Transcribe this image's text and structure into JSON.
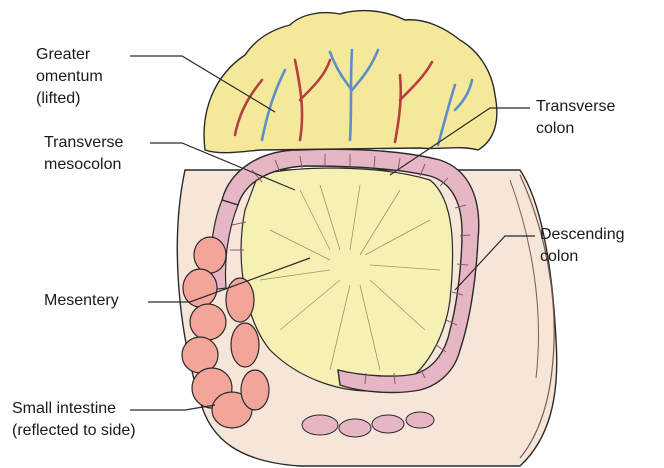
{
  "labels": {
    "greater_omentum": [
      "Greater",
      "omentum",
      "(lifted)"
    ],
    "transverse_mesocolon": [
      "Transverse",
      "mesocolon"
    ],
    "mesentery": [
      "Mesentery"
    ],
    "small_intestine": [
      "Small intestine",
      "(reflected to side)"
    ],
    "transverse_colon": [
      "Transverse",
      "colon"
    ],
    "descending_colon": [
      "Descending",
      "colon"
    ]
  },
  "colors": {
    "omentum_fat": "#f6e89a",
    "mesentery": "#f7f0b4",
    "colon": "#e7b6c4",
    "colon_dark": "#c98aa3",
    "small_intestine": "#f3a59a",
    "artery": "#b4403f",
    "vein": "#5b8fc7",
    "body_wall": "#f2ded0",
    "line": "#2a2a2a"
  }
}
